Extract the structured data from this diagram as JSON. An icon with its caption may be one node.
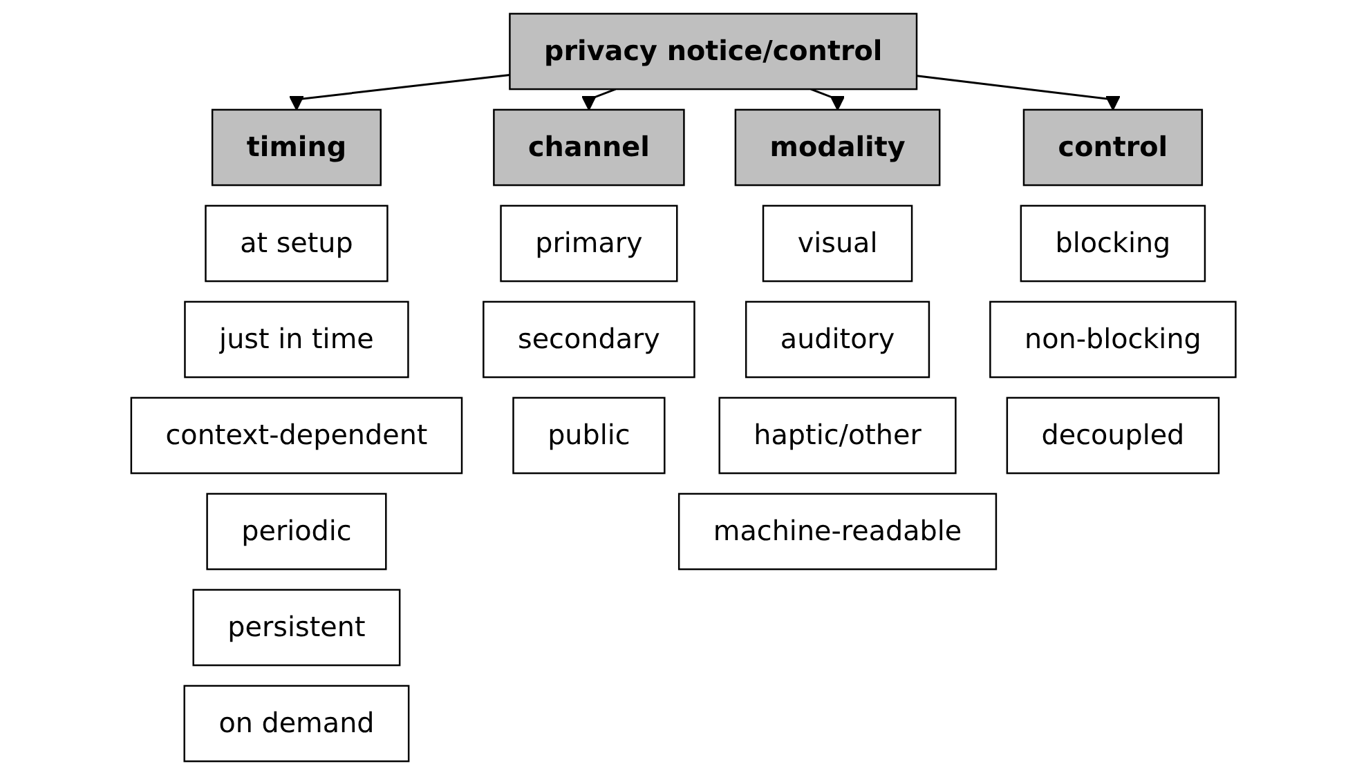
{
  "diagram": {
    "nodes": [
      {
        "text": [
          "privacy notice/control"
        ]
      },
      {
        "text": [
          "timing"
        ]
      },
      {
        "text": [
          "at setup"
        ]
      },
      {
        "text": [
          "just in time"
        ]
      },
      {
        "text": [
          "context-dependent"
        ]
      },
      {
        "text": [
          "periodic"
        ]
      },
      {
        "text": [
          "persistent"
        ]
      },
      {
        "text": [
          "on demand"
        ]
      },
      {
        "text": [
          "channel"
        ]
      },
      {
        "text": [
          "primary"
        ]
      },
      {
        "text": [
          "secondary"
        ]
      },
      {
        "text": [
          "public"
        ]
      },
      {
        "text": [
          "modality"
        ]
      },
      {
        "text": [
          "visual"
        ]
      },
      {
        "text": [
          "auditory"
        ]
      },
      {
        "text": [
          "haptic/other"
        ]
      },
      {
        "text": [
          "machine-readable"
        ]
      },
      {
        "text": [
          "control"
        ]
      },
      {
        "text": [
          "blocking"
        ]
      },
      {
        "text": [
          "non-blocking"
        ]
      },
      {
        "text": [
          "decoupled"
        ]
      }
    ],
    "edges": [
      {
        "from": 0,
        "to": 1,
        "arrow": "to"
      },
      {
        "from": 0,
        "to": 8,
        "arrow": "to"
      },
      {
        "from": 0,
        "to": 12,
        "arrow": "to"
      },
      {
        "from": 0,
        "to": 17,
        "arrow": "to"
      }
    ]
  }
}
